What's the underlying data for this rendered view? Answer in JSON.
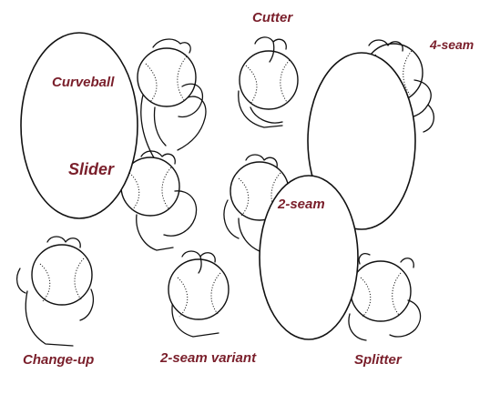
{
  "labels": {
    "cutter": "Cutter",
    "four_seam": "4-seam",
    "curveball": "Curveball",
    "slider": "Slider",
    "two_seam": "2-seam",
    "change_up": "Change-up",
    "two_seam_variant": "2-seam variant",
    "splitter": "Splitter"
  },
  "colors": {
    "label": "#7a1f2b",
    "line": "#111111",
    "background": "#ffffff"
  }
}
